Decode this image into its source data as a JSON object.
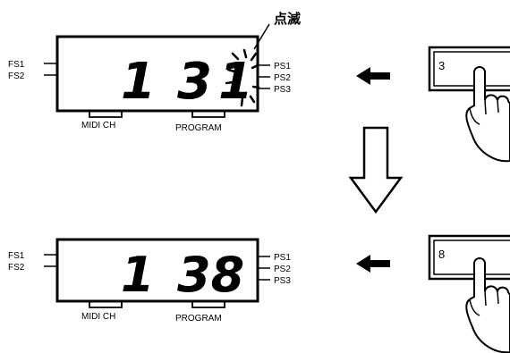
{
  "annotation": {
    "blink_label": "点滅"
  },
  "panels": [
    {
      "left_labels": [
        "FS1",
        "FS2"
      ],
      "right_labels": [
        "PS1",
        "PS2",
        "PS3"
      ],
      "bottom_labels": [
        "MIDI CH",
        "PROGRAM"
      ],
      "midi_channel": "1",
      "program_steady": "3",
      "program_blinking": "1",
      "key_label": "3"
    },
    {
      "left_labels": [
        "FS1",
        "FS2"
      ],
      "right_labels": [
        "PS1",
        "PS2",
        "PS3"
      ],
      "bottom_labels": [
        "MIDI CH",
        "PROGRAM"
      ],
      "midi_channel": "1",
      "program_steady": "38",
      "key_label": "8"
    }
  ]
}
